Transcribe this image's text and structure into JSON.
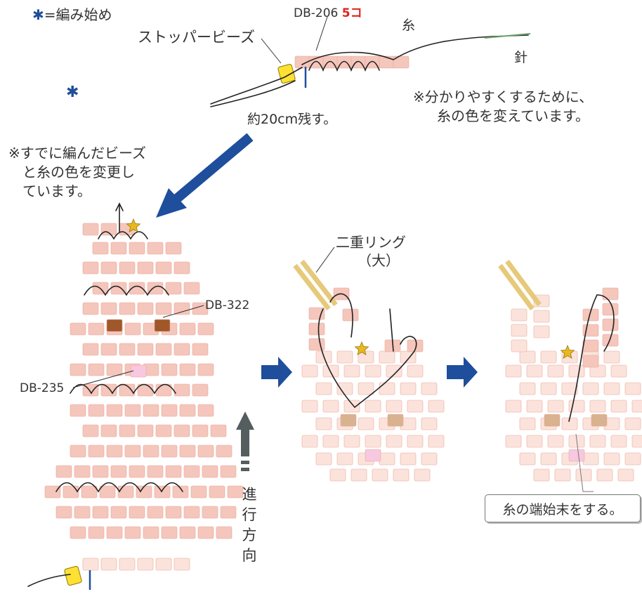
{
  "legend": {
    "symbol": "✱",
    "text": "=編み始め"
  },
  "stopper_beads": "ストッパービーズ",
  "bead_top": {
    "code": "DB-206",
    "count": "5コ"
  },
  "thread": "糸",
  "needle": "針",
  "leave_length": "約20cm残す。",
  "note_color_change": [
    "※分かりやすくするために、",
    "糸の色を変えています。"
  ],
  "note_beads_changed": [
    "※すでに編んだビーズ",
    "と糸の色を変更し",
    "ています。"
  ],
  "label_db322": "DB-322",
  "label_db235": "DB-235",
  "ring": [
    "二重リング",
    "（大）"
  ],
  "direction": [
    "進",
    "行",
    "方",
    "向"
  ],
  "finish": "糸の端始末をする。",
  "start_marker": "✱",
  "colors": {
    "bead_pink": "#f5c6bb",
    "bead_light": "#fbe3dc",
    "bead_brown": "#a0582a",
    "bead_tan": "#d9b28f",
    "bead_magenta": "#f7c8df",
    "stopper_yellow": "#ffe033",
    "ring_gold": "#e6c97a",
    "arrow_navy": "#1e4e9c",
    "arrow_gray": "#555e5e",
    "star": "#e8b820"
  }
}
